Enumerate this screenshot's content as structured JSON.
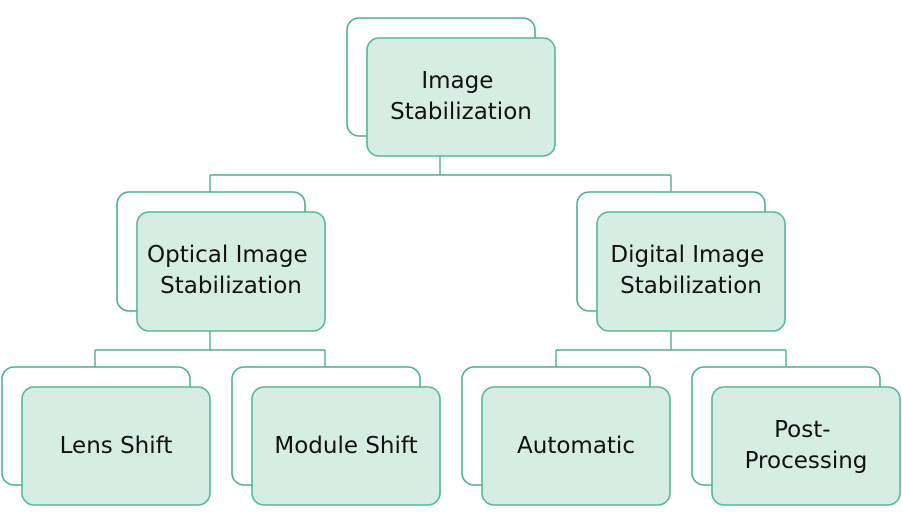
{
  "diagram": {
    "root": {
      "label_lines": [
        "Image",
        "Stabilization"
      ]
    },
    "optical": {
      "label_lines": [
        "Optical Image",
        "Stabilization"
      ]
    },
    "digital": {
      "label_lines": [
        "Digital Image",
        "Stabilization"
      ]
    },
    "lens_shift": {
      "label_lines": [
        "Lens Shift"
      ]
    },
    "module_shift": {
      "label_lines": [
        "Module Shift"
      ]
    },
    "automatic": {
      "label_lines": [
        "Automatic"
      ]
    },
    "post_processing": {
      "label_lines": [
        "Post-",
        "Processing"
      ]
    }
  },
  "colors": {
    "outline": "#4fb08f",
    "fill": "#d6ede3",
    "text": "#111111"
  }
}
